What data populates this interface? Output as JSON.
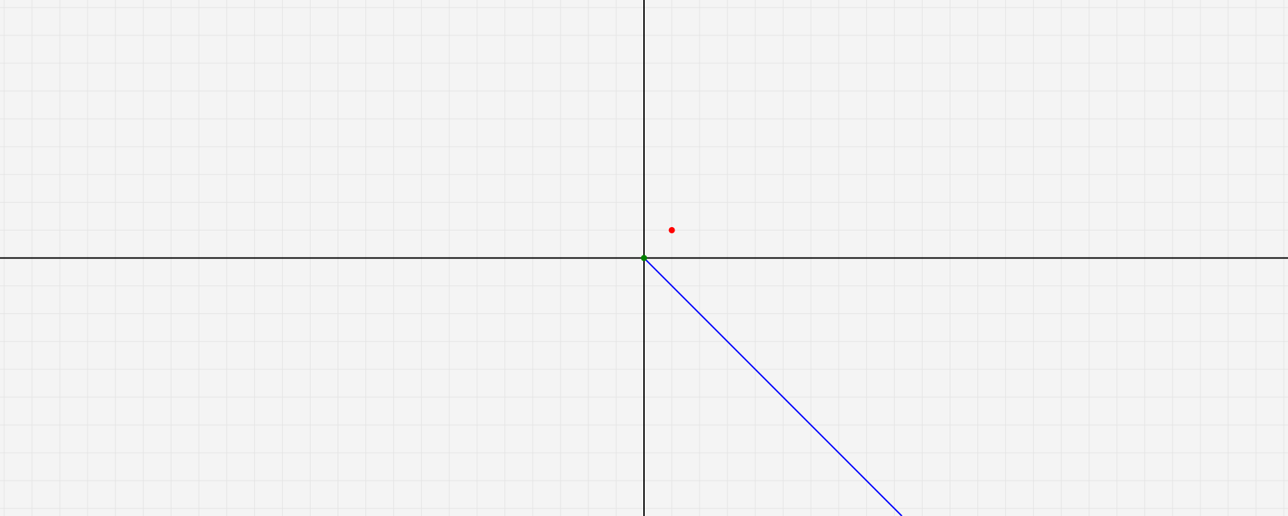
{
  "plane": {
    "x_range": [
      -23.15,
      23.15
    ],
    "y_range": [
      -9.27,
      9.27
    ],
    "grid_step": 1,
    "background_color": "#f4f4f4",
    "grid_color": "#e4e4e4",
    "axis_color": "#000000"
  },
  "objects": {
    "points": [
      {
        "name": "red-point",
        "x": 1,
        "y": 1,
        "color": "#ff0000"
      },
      {
        "name": "origin-point",
        "x": 0,
        "y": 0,
        "color": "#008000"
      }
    ],
    "rays": [
      {
        "name": "blue-ray",
        "from": [
          0,
          0
        ],
        "direction": [
          1,
          -1
        ],
        "color": "#0000ff"
      }
    ]
  }
}
